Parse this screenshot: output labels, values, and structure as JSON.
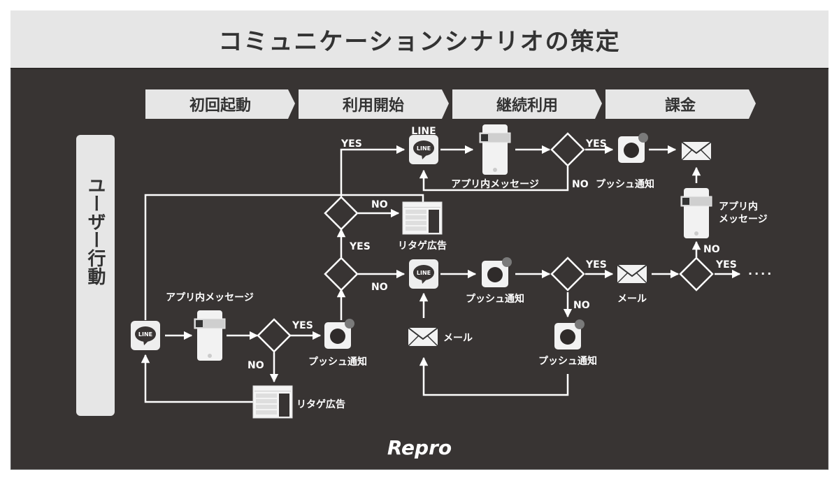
{
  "title": "コミュニケーションシナリオの策定",
  "stages": [
    "初回起動",
    "利用開始",
    "継続利用",
    "課金"
  ],
  "side_label": "ユーザー行動",
  "labels": {
    "line_top": "LINE",
    "line_glyph": "LINE",
    "yes": "YES",
    "no": "NO",
    "in_app_message": "アプリ内メッセージ",
    "in_app_message_line1": "アプリ内",
    "in_app_message_line2": "メッセージ",
    "push": "プッシュ通知",
    "retarget_ad": "リタゲ広告",
    "mail": "メール",
    "ellipsis": "····"
  },
  "nodes": [
    {
      "id": "line1",
      "type": "line",
      "label": ""
    },
    {
      "id": "app1",
      "type": "in-app-message",
      "label": "アプリ内メッセージ"
    },
    {
      "id": "d1",
      "type": "decision"
    },
    {
      "id": "push1",
      "type": "push",
      "label": "プッシュ通知"
    },
    {
      "id": "ad1",
      "type": "retarget-ad",
      "label": "リタゲ広告"
    },
    {
      "id": "d2",
      "type": "decision"
    },
    {
      "id": "d3",
      "type": "decision"
    },
    {
      "id": "ad2",
      "type": "retarget-ad",
      "label": "リタゲ広告"
    },
    {
      "id": "line2",
      "type": "line",
      "label": "LINE"
    },
    {
      "id": "app2",
      "type": "in-app-message",
      "label": "アプリ内メッセージ"
    },
    {
      "id": "d4",
      "type": "decision"
    },
    {
      "id": "push2",
      "type": "push",
      "label": "プッシュ通知"
    },
    {
      "id": "mail1",
      "type": "mail",
      "label": ""
    },
    {
      "id": "line3",
      "type": "line",
      "label": ""
    },
    {
      "id": "push3",
      "type": "push",
      "label": "プッシュ通知"
    },
    {
      "id": "d5",
      "type": "decision"
    },
    {
      "id": "mail2",
      "type": "mail",
      "label": "メール"
    },
    {
      "id": "mail3",
      "type": "mail",
      "label": "メール"
    },
    {
      "id": "push4",
      "type": "push",
      "label": "プッシュ通知"
    },
    {
      "id": "d6",
      "type": "decision"
    },
    {
      "id": "app3",
      "type": "in-app-message",
      "label": "アプリ内メッセージ"
    }
  ],
  "logo": "Repro",
  "colors": {
    "background": "#383433",
    "title_bar": "#e6e6e6",
    "stage_fill": "#e6e6e6",
    "foreground": "#ffffff",
    "badge": "#7a7a7a"
  }
}
